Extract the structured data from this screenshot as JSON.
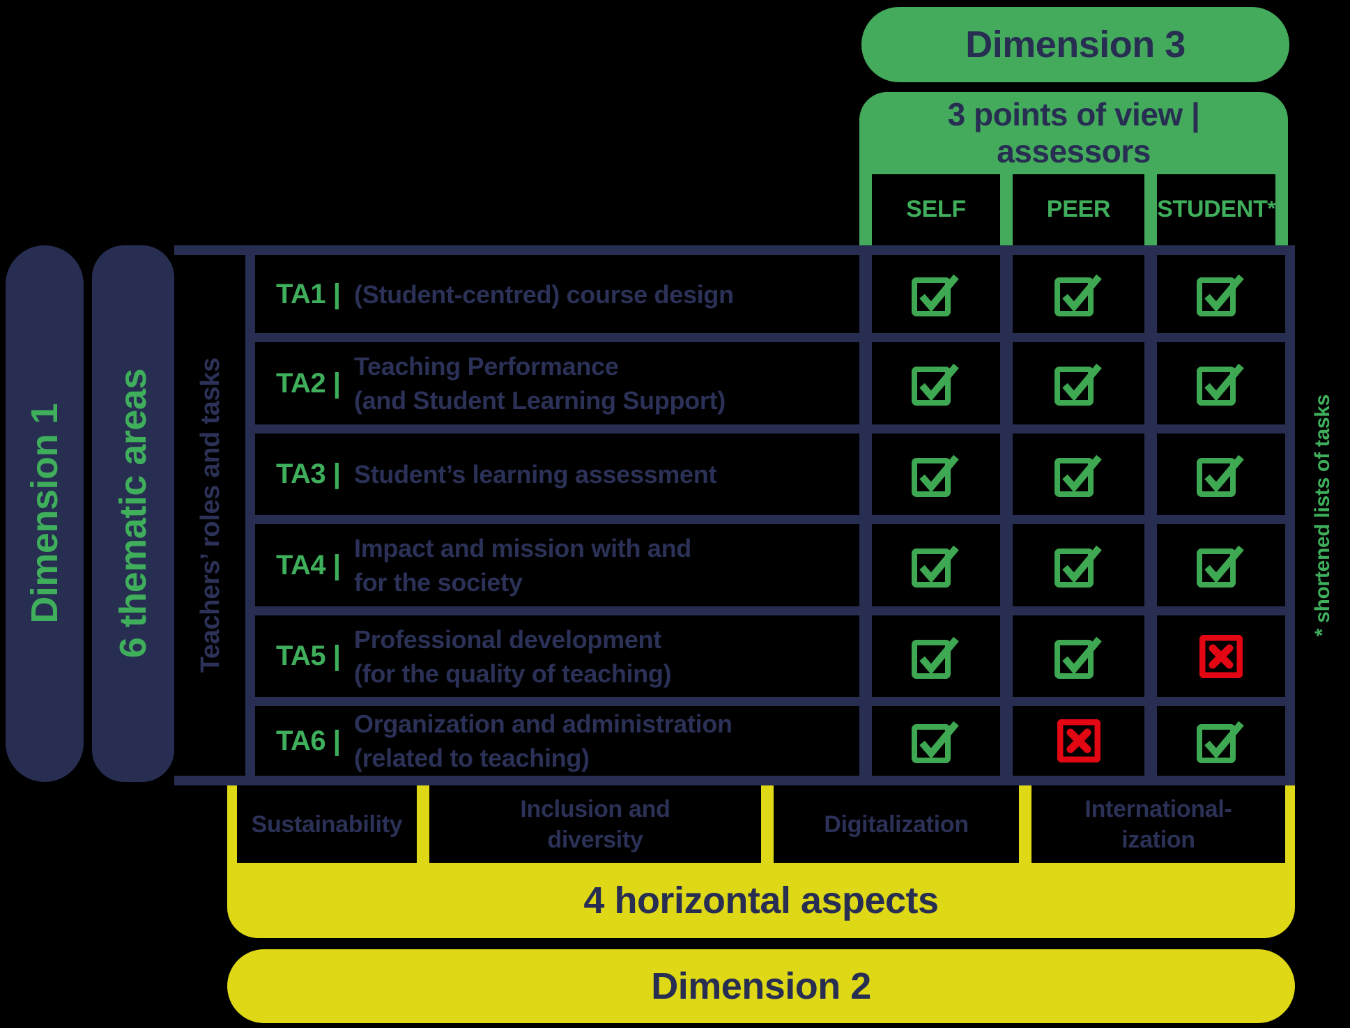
{
  "colors": {
    "background": "#000000",
    "navy": "#272e52",
    "green": "#44ab5c",
    "yellow": "#ded816",
    "red": "#e30613",
    "navy_text_on_black": "#2b3157",
    "green_text": "#3faf5c"
  },
  "header_right": {
    "dimension3_label": "Dimension 3",
    "pov_line1": "3 points of view |",
    "pov_line2": "assessors",
    "assessors": [
      {
        "label": "SELF",
        "sup": ""
      },
      {
        "label": "PEER",
        "sup": ""
      },
      {
        "label": "STUDENT",
        "sup": "*"
      }
    ]
  },
  "left": {
    "dimension1_label": "Dimension 1",
    "thematic_label": "6 thematic areas",
    "roles_label": "Teachers’ roles and tasks"
  },
  "table": {
    "rows": [
      {
        "id": "TA1 |",
        "line1": "(Student-centred) course design",
        "line2": "",
        "marks": [
          "check",
          "check",
          "check"
        ]
      },
      {
        "id": "TA2 |",
        "line1": "Teaching Performance",
        "line2": "(and Student Learning Support)",
        "marks": [
          "check",
          "check",
          "check"
        ]
      },
      {
        "id": "TA3 |",
        "line1": "Student’s learning assessment",
        "line2": "",
        "marks": [
          "check",
          "check",
          "check"
        ]
      },
      {
        "id": "TA4 |",
        "line1": "Impact and mission with and",
        "line2": "for the society",
        "marks": [
          "check",
          "check",
          "check"
        ]
      },
      {
        "id": "TA5 |",
        "line1": "Professional development",
        "line2": "(for the quality of teaching)",
        "marks": [
          "check",
          "check",
          "cross"
        ]
      },
      {
        "id": "TA6 |",
        "line1": "Organization and administration",
        "line2": "(related to teaching)",
        "marks": [
          "check",
          "cross",
          "check"
        ]
      }
    ]
  },
  "bottom": {
    "aspects": [
      {
        "line1": "Sustainability",
        "line2": ""
      },
      {
        "line1": "Inclusion and",
        "line2": "diversity"
      },
      {
        "line1": "Digitalization",
        "line2": ""
      },
      {
        "line1": "International-",
        "line2": "ization"
      }
    ],
    "horizontal_label": "4 horizontal aspects",
    "dimension2_label": "Dimension 2"
  },
  "footnote": "* shortened lists of tasks"
}
